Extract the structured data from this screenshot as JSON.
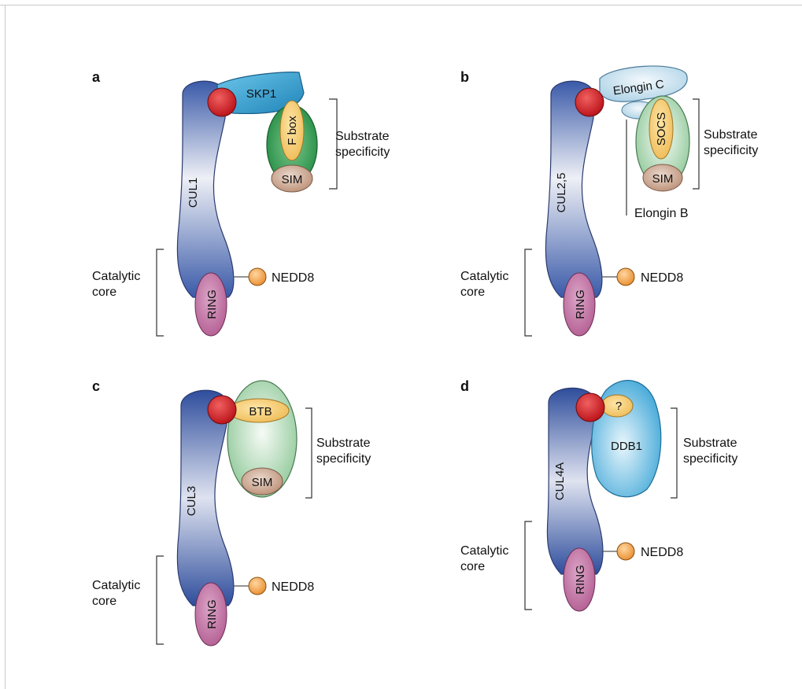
{
  "panels": [
    {
      "letter": "a",
      "cullin": "CUL1",
      "adaptor": "SKP1",
      "receptor": "F box",
      "sim": "SIM",
      "ring": "RING",
      "nedd8": "NEDD8",
      "substrate_label": [
        "Substrate",
        "specificity"
      ],
      "catalytic_label": [
        "Catalytic",
        "core"
      ]
    },
    {
      "letter": "b",
      "cullin": "CUL2,5",
      "adaptor": "Elongin C",
      "adaptor2": "Elongin B",
      "receptor": "SOCS",
      "sim": "SIM",
      "ring": "RING",
      "nedd8": "NEDD8",
      "substrate_label": [
        "Substrate",
        "specificity"
      ],
      "catalytic_label": [
        "Catalytic",
        "core"
      ]
    },
    {
      "letter": "c",
      "cullin": "CUL3",
      "receptor": "BTB",
      "sim": "SIM",
      "ring": "RING",
      "nedd8": "NEDD8",
      "substrate_label": [
        "Substrate",
        "specificity"
      ],
      "catalytic_label": [
        "Catalytic",
        "core"
      ]
    },
    {
      "letter": "d",
      "cullin": "CUL4A",
      "adaptor": "DDB1",
      "receptor": "?",
      "ring": "RING",
      "nedd8": "NEDD8",
      "substrate_label": [
        "Substrate",
        "specificity"
      ],
      "catalytic_label": [
        "Catalytic",
        "core"
      ]
    }
  ],
  "colors": {
    "cullin_dark": "#3a5aa8",
    "cullin_light": "#f2f2f6",
    "ring": "#b8669a",
    "rbx_ball": "#c4141c",
    "nedd8": "#f0a040",
    "skp1": "#2f9fd0",
    "fbox_green": "#2e9a4e",
    "receptor_yellow": "#f6cc6c",
    "sim": "#c9a088",
    "light_green": "#b9dcbc",
    "elongin": "#cde4f0",
    "ddb1": "#7cc4e6"
  }
}
